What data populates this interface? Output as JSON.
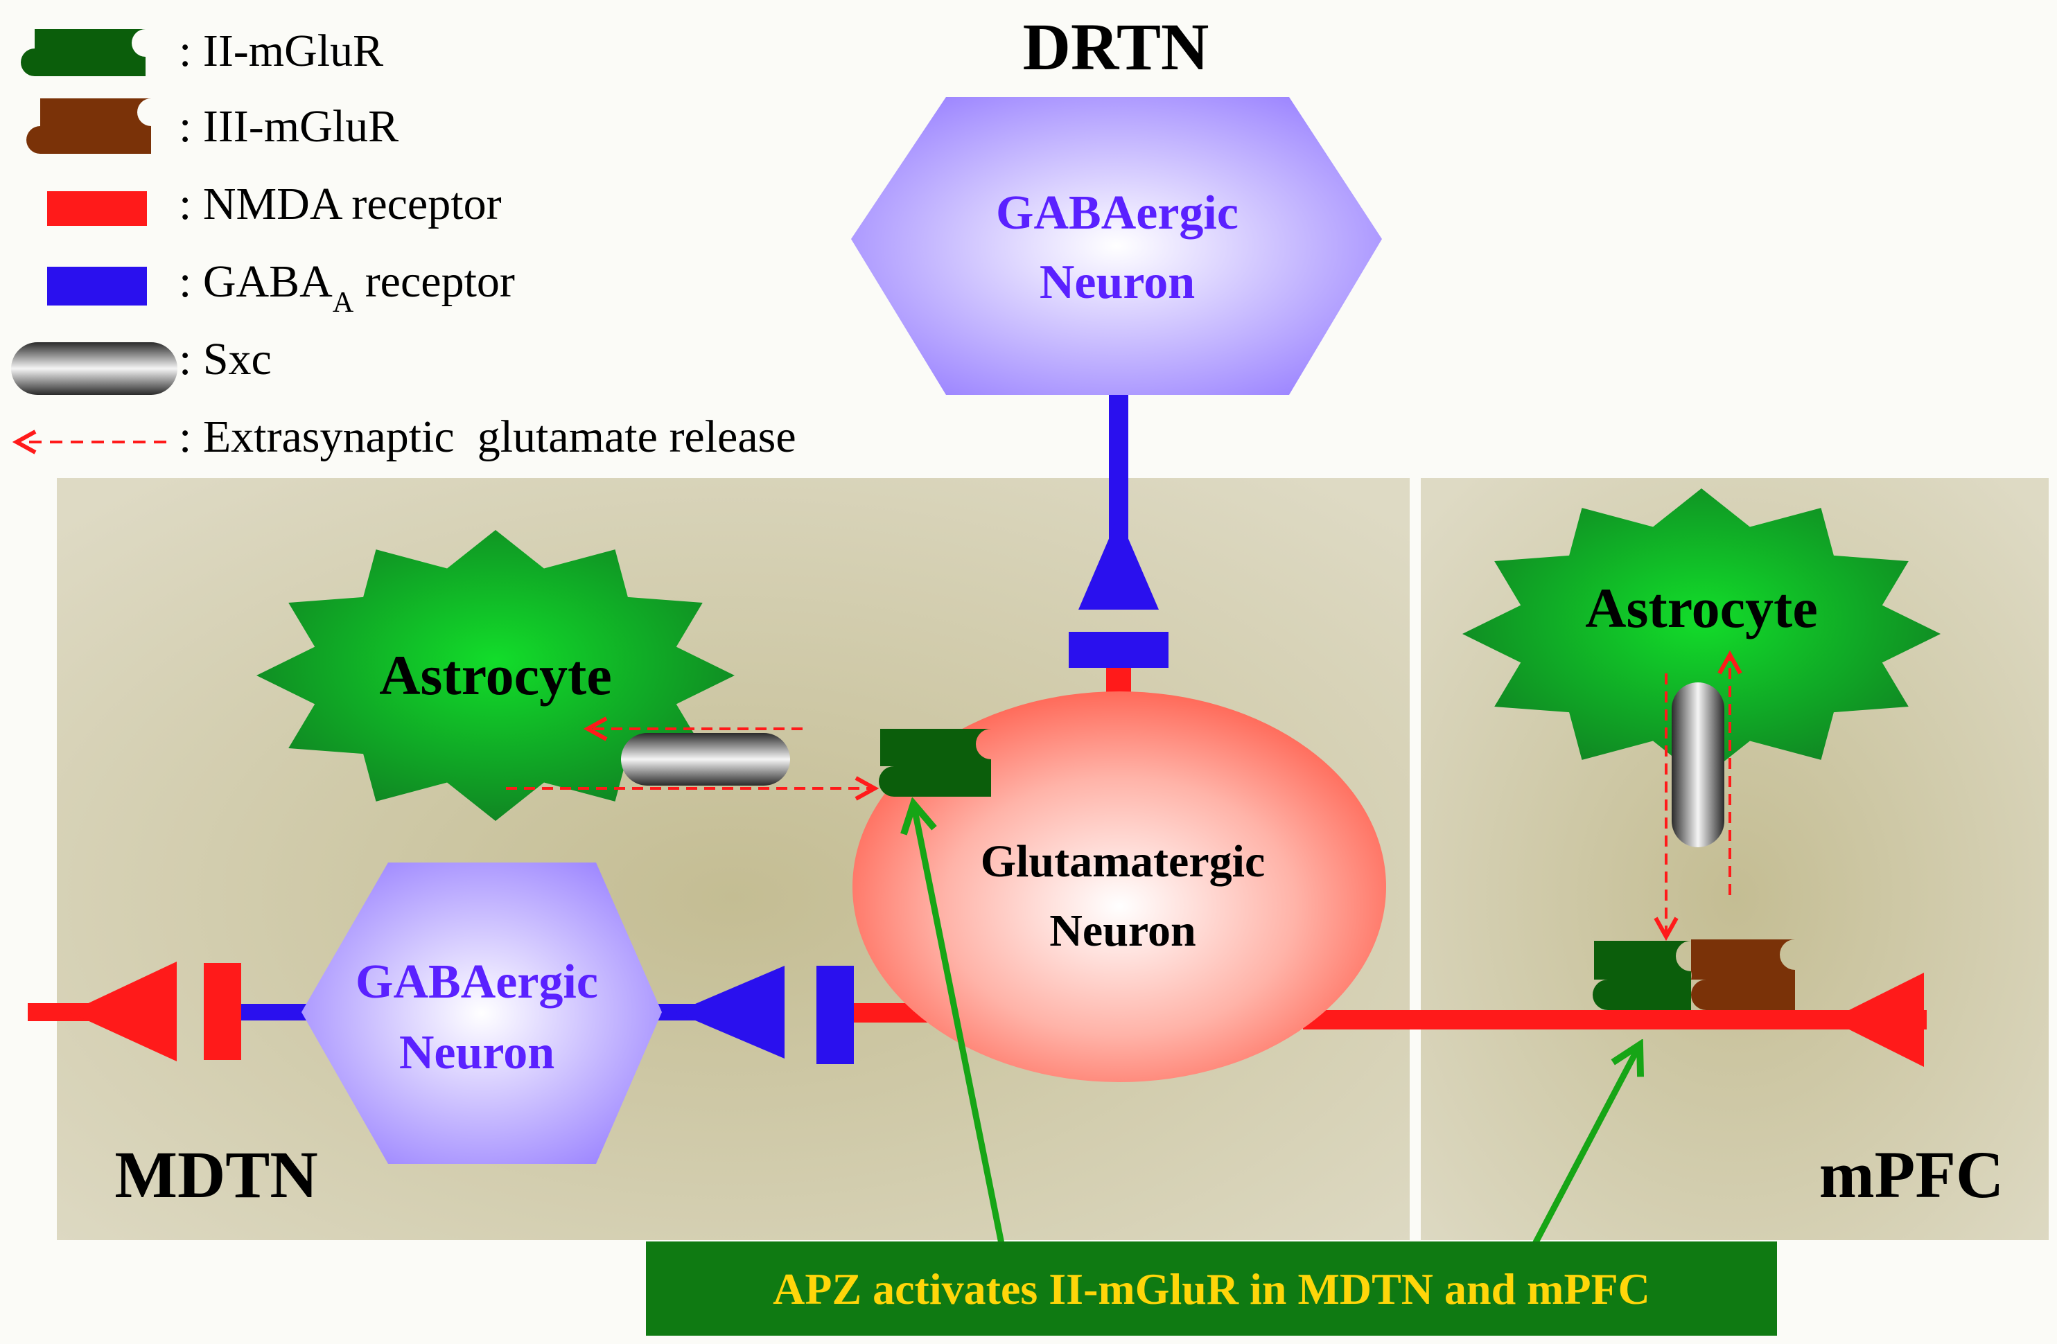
{
  "legend": {
    "items": [
      {
        "symbol": "ii-mglur",
        "text": ": II-mGluR"
      },
      {
        "symbol": "iii-mglur",
        "text": ": III-mGluR"
      },
      {
        "symbol": "nmda",
        "text": ": NMDA receptor"
      },
      {
        "symbol": "gaba-a",
        "text_main": ": GABA",
        "text_sub": "A",
        "text_tail": " receptor"
      },
      {
        "symbol": "sxc",
        "text": ": Sxc"
      },
      {
        "symbol": "extrasynaptic-arrow",
        "text": ": Extrasynaptic  glutamate release"
      }
    ]
  },
  "regions": {
    "drtn": "DRTN",
    "mdtn": "MDTN",
    "mpfc": "mPFC"
  },
  "cells": {
    "drtn_gaba": {
      "line1": "GABAergic",
      "line2": "Neuron"
    },
    "mdtn_gaba": {
      "line1": "GABAergic",
      "line2": "Neuron"
    },
    "glutamatergic": {
      "line1": "Glutamatergic",
      "line2": "Neuron"
    },
    "astrocyte_mdtn": "Astrocyte",
    "astrocyte_mpfc": "Astrocyte"
  },
  "caption": "APZ activates II-mGluR in MDTN and mPFC",
  "colors": {
    "nmda": "#ff1a1a",
    "gaba_a": "#2a10ee",
    "ii_mglur": "#0b5e0b",
    "iii_mglur": "#7a3208",
    "astrocyte": "#1db33a",
    "gaba_neuron": "#a58cff",
    "glut_neuron": "#ff6a5a",
    "region_bg": "#d6d2b5",
    "caption_bg": "#0f7a12",
    "caption_text": "#ffd60a",
    "apz_arrow": "#16a516",
    "gaba_label": "#5a21ff"
  }
}
